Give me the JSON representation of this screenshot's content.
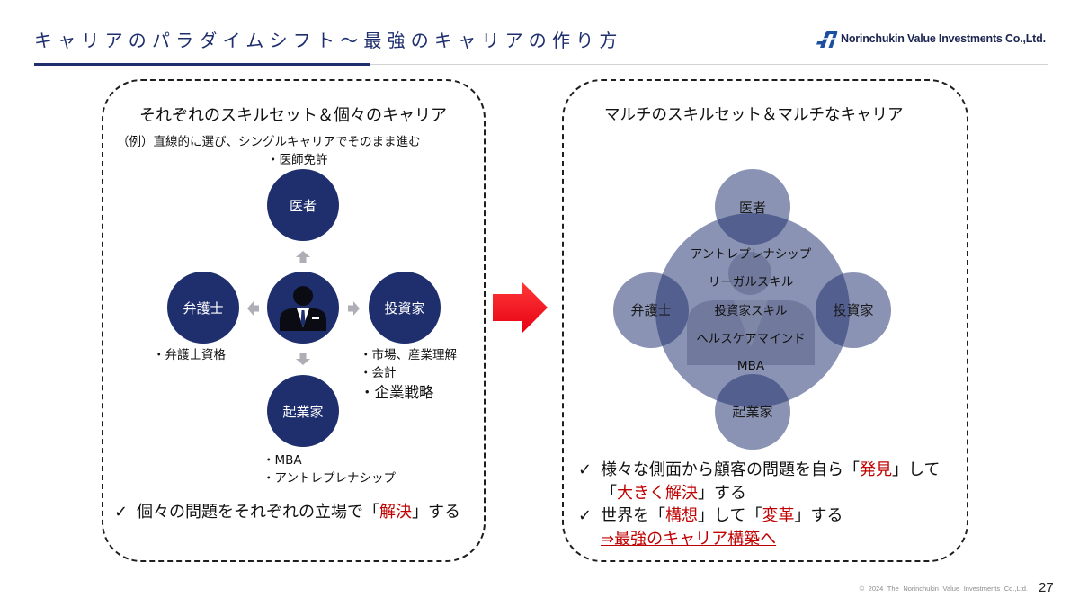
{
  "header": {
    "title": "キャリアのパラダイムシフト～最強のキャリアの作り方",
    "logo_text": "Norinchukin Value Investments Co.,Ltd."
  },
  "left_panel": {
    "heading": "それぞれのスキルセット＆個々のキャリア",
    "example": "（例）直線的に選び、シングルキャリアでそのまま進む",
    "nodes": {
      "top": "医者",
      "left": "弁護士",
      "right": "投資家",
      "bottom": "起業家"
    },
    "notes": {
      "top": "・医師免許",
      "left": "・弁護士資格",
      "right": [
        "・市場、産業理解",
        "・会計",
        "・企業戦略"
      ],
      "bottom": [
        "・MBA",
        "・アントレプレナシップ"
      ]
    },
    "conclusion": {
      "check": "✓",
      "text_before": "個々の問題をそれぞれの立場で「",
      "highlight": "解決",
      "text_after": "」する"
    }
  },
  "right_panel": {
    "heading": "マルチのスキルセット＆マルチなキャリア",
    "nodes": {
      "top": "医者",
      "left": "弁護士",
      "right": "投資家",
      "bottom": "起業家"
    },
    "skills": [
      "アントレプレナシップ",
      "リーガルスキル",
      "投資家スキル",
      "ヘルスケアマインド",
      "MBA"
    ],
    "conclusion": {
      "line1": {
        "check": "✓",
        "text_before": "様々な側面から顧客の問題を自ら「",
        "highlight": "発見",
        "text_after": "」して"
      },
      "line2": {
        "text_before": "「",
        "highlight": "大きく解決",
        "text_after": "」する"
      },
      "line3": {
        "check": "✓",
        "text_before": "世界を「",
        "highlight1": "構想",
        "text_middle": "」して「",
        "highlight2": "変革",
        "text_after": "」する"
      },
      "line4": "⇒最強のキャリア構築へ"
    }
  },
  "icons": {
    "logo": "logo-mark-icon",
    "center_node": "person-icon",
    "diagram_background": "person-silhouette-icon",
    "transition": "right-arrow-icon",
    "flow_arrows": "grey-arrow-icon",
    "check": "check-icon"
  },
  "colors": {
    "navy": "#1F2F6E",
    "highlight_red": "#C00000",
    "arrow_red": "#E60012",
    "arrow_grey": "#AEAEB6"
  },
  "footer": {
    "copyright": "© 2024 The Norinchukin Value Investments Co.,Ltd.",
    "page_number": "27"
  }
}
